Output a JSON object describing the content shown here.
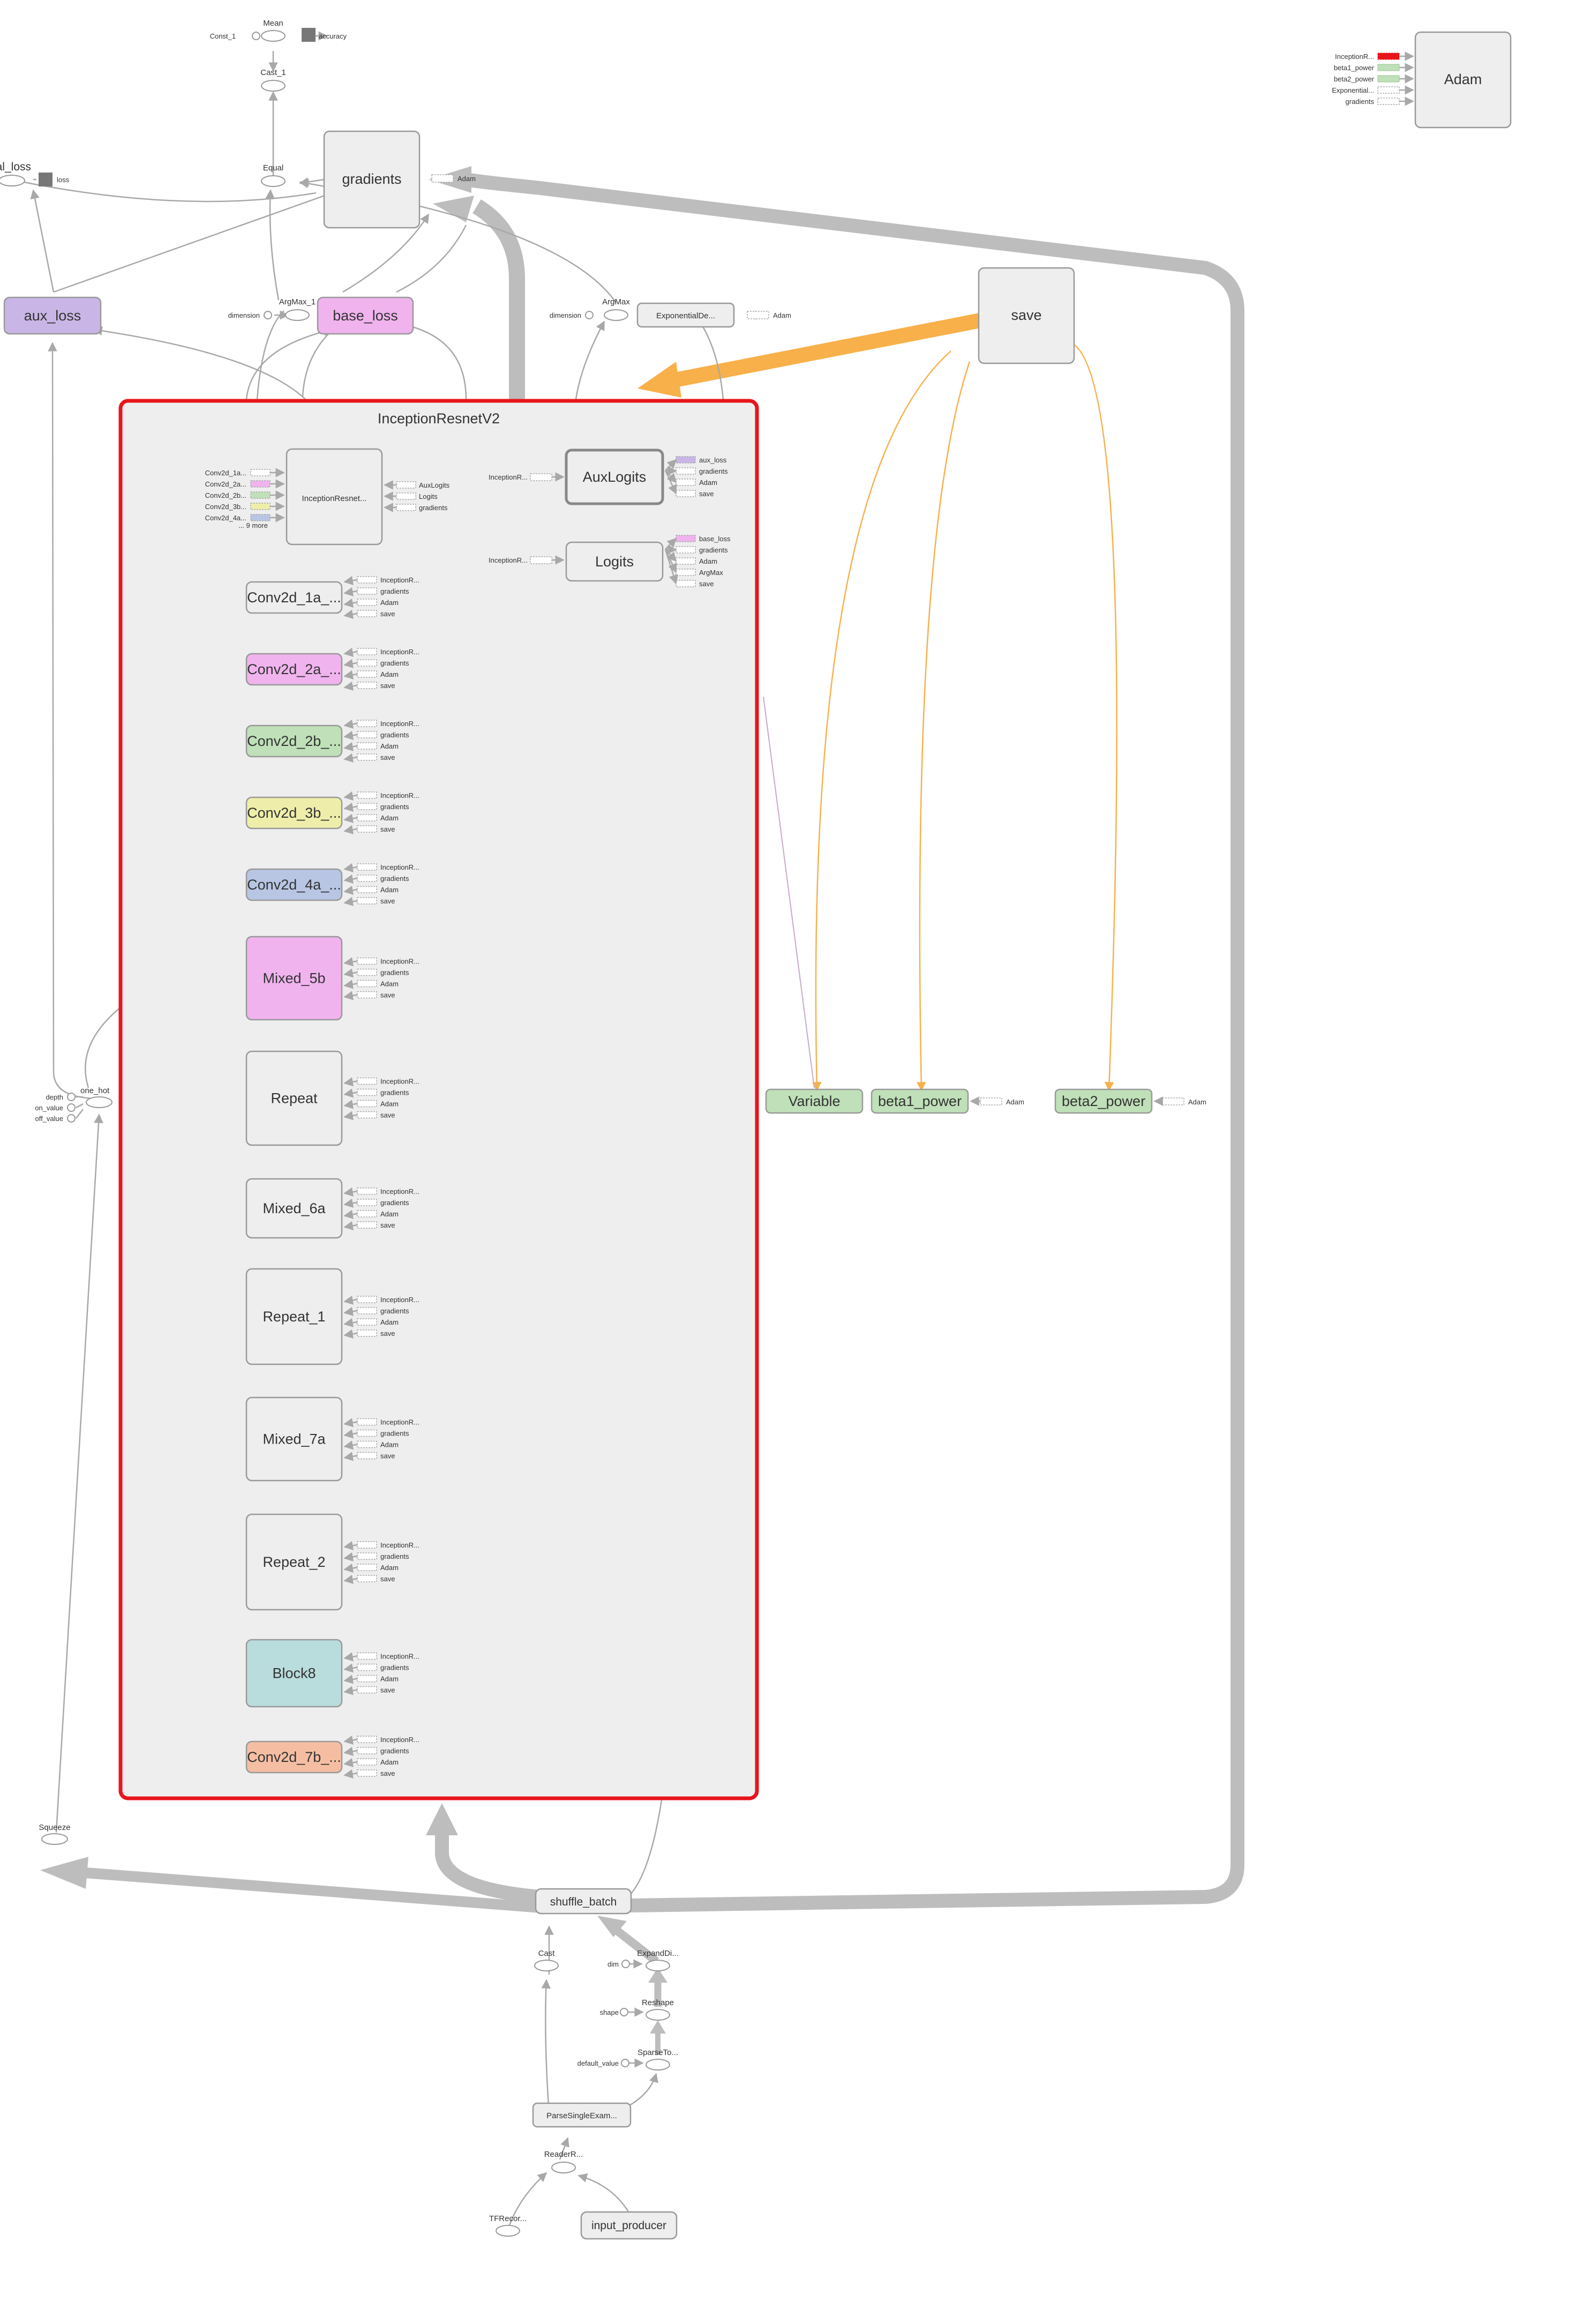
{
  "colors": {
    "pink": "#f0b3ee",
    "purple": "#c9b6e6",
    "green": "#bfe0b8",
    "yellow": "#eeeeaa",
    "blue": "#b8c6e4",
    "teal": "#b9dcdc",
    "salmon": "#f5bea3",
    "gray": "#eeeeee",
    "highlight": "#e8151c",
    "orange": "#f8b04a"
  },
  "top": {
    "mean": "Mean",
    "const1": "Const_1",
    "accuracy": "accuracy",
    "cast1": "Cast_1",
    "equal": "Equal",
    "gradients": "gradients",
    "adam_ref": "Adam",
    "total_loss": "tal_loss",
    "loss": "loss",
    "aux_loss": "aux_loss",
    "argmax1": "ArgMax_1",
    "dimension": "dimension",
    "base_loss": "base_loss",
    "argmax": "ArgMax",
    "dimension2": "dimension",
    "expdecay": "ExponentialDe...",
    "expdecay_adam": "Adam",
    "save": "save",
    "adam": "Adam"
  },
  "legend_items": [
    "InceptionR...",
    "beta1_power",
    "beta2_power",
    "Exponential...",
    "gradients"
  ],
  "group": {
    "title": "InceptionResnetV2",
    "inputs": [
      "Conv2d_1a...",
      "Conv2d_2a...",
      "Conv2d_2b...",
      "Conv2d_3b...",
      "Conv2d_4a..."
    ],
    "more": "... 9 more",
    "core": "InceptionResnet...",
    "core_outputs": [
      "AuxLogits",
      "Logits",
      "gradients"
    ],
    "auxlogits": "AuxLogits",
    "auxlogits_in": "InceptionR...",
    "auxlogits_out": [
      "aux_loss",
      "gradients",
      "Adam",
      "save"
    ],
    "logits": "Logits",
    "logits_in": "InceptionR...",
    "logits_out": [
      "base_loss",
      "gradients",
      "Adam",
      "ArgMax",
      "save"
    ],
    "blocks": [
      {
        "label": "Conv2d_1a_..."
      },
      {
        "label": "Conv2d_2a_..."
      },
      {
        "label": "Conv2d_2b_..."
      },
      {
        "label": "Conv2d_3b_..."
      },
      {
        "label": "Conv2d_4a_..."
      },
      {
        "label": "Mixed_5b"
      },
      {
        "label": "Repeat"
      },
      {
        "label": "Mixed_6a"
      },
      {
        "label": "Repeat_1"
      },
      {
        "label": "Mixed_7a"
      },
      {
        "label": "Repeat_2"
      },
      {
        "label": "Block8"
      },
      {
        "label": "Conv2d_7b_..."
      }
    ],
    "block_refs": [
      "InceptionR...",
      "gradients",
      "Adam",
      "save"
    ]
  },
  "right": {
    "variable": "Variable",
    "beta1": "beta1_power",
    "beta1_adam": "Adam",
    "beta2": "beta2_power",
    "beta2_adam": "Adam"
  },
  "left": {
    "onehot": "one_hot",
    "depth": "depth",
    "onvalue": "on_value",
    "offvalue": "off_value",
    "squeeze": "Squeeze"
  },
  "bottom": {
    "shuffle": "shuffle_batch",
    "cast": "Cast",
    "expanddi": "ExpandDi...",
    "dim": "dim",
    "reshape": "Reshape",
    "shape": "shape",
    "sparseto": "SparseTo...",
    "default_value": "default_value",
    "parse": "ParseSingleExam...",
    "reader": "ReaderR...",
    "tfrecord": "TFRecor...",
    "input_producer": "input_producer"
  }
}
